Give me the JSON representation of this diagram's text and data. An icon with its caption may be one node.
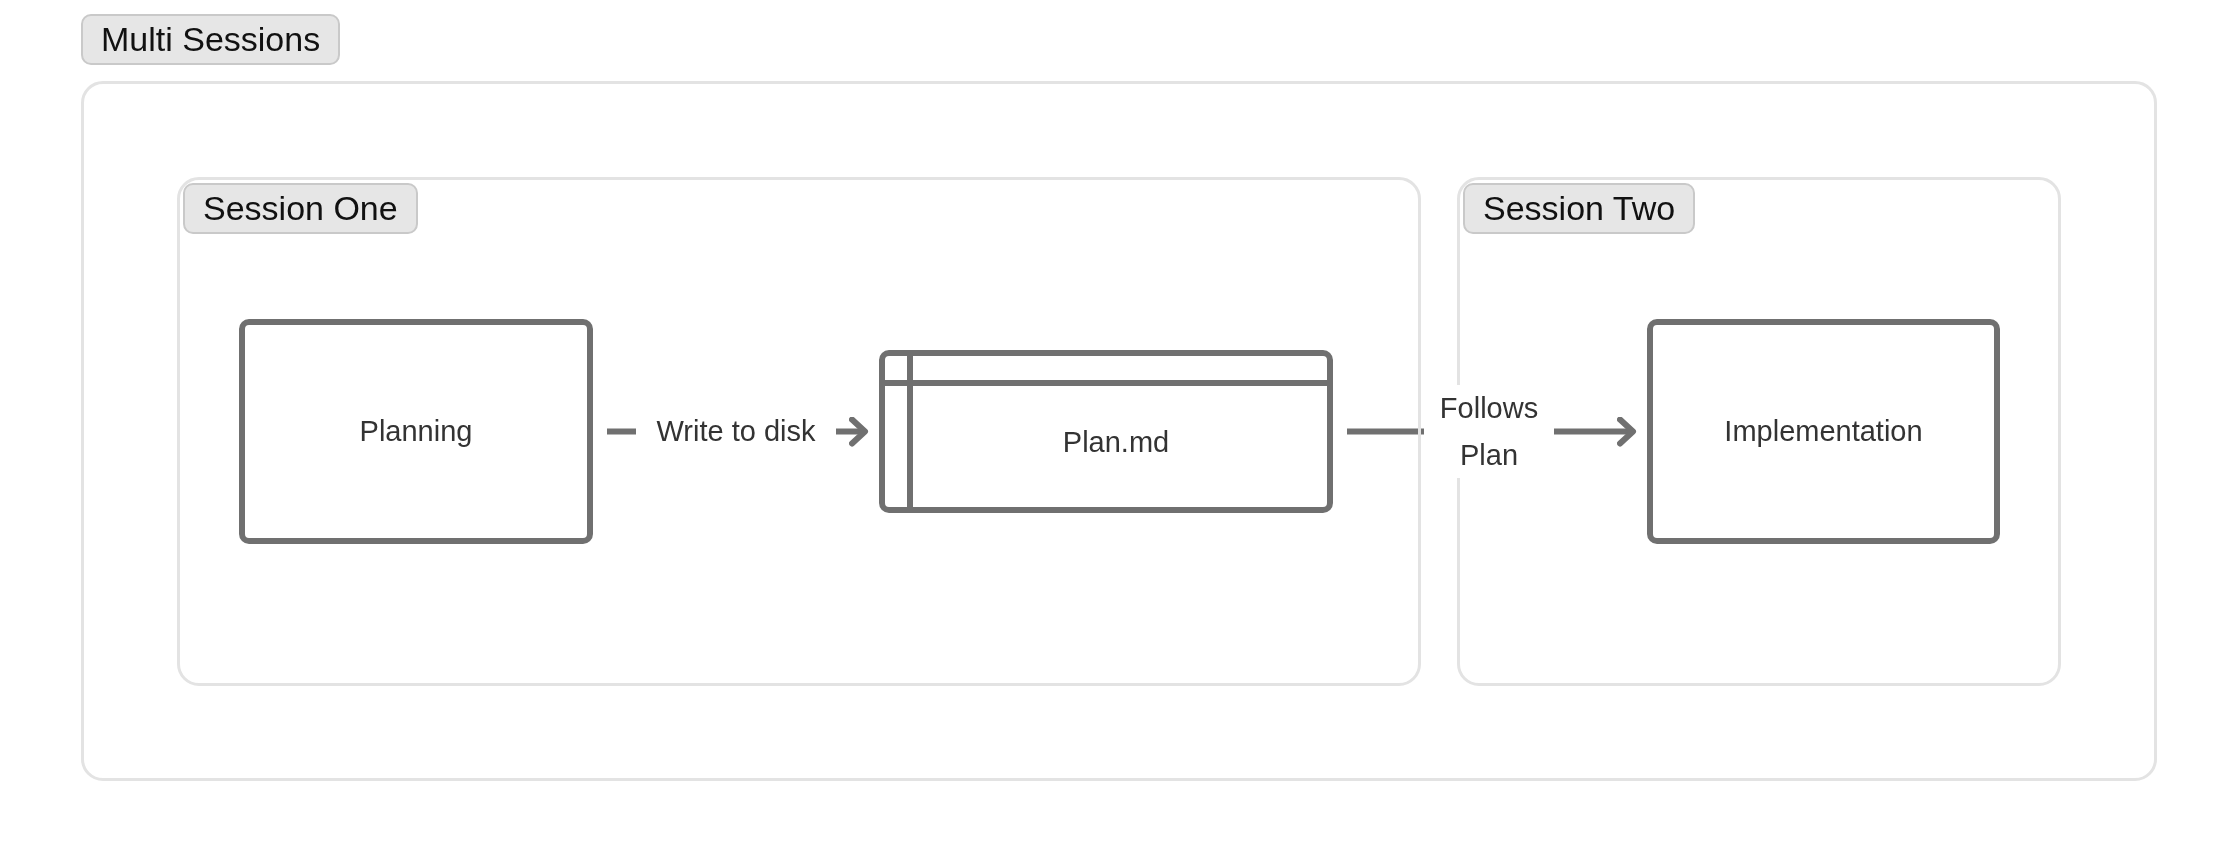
{
  "diagram": {
    "nodes": [
      {
        "text": [
          "Multi Sessions"
        ]
      },
      {
        "text": [
          "Session One"
        ],
        "in": 0
      },
      {
        "text": [
          "Session Two"
        ],
        "in": 0
      },
      {
        "text": [
          "Planning"
        ],
        "in": 1
      },
      {
        "text": [
          "Plan.md"
        ],
        "in": 1
      },
      {
        "text": [
          "Implementation"
        ],
        "in": 2
      }
    ],
    "edges": [
      {
        "from": 3,
        "to": 4,
        "arrow": "to",
        "label": "Write to disk"
      },
      {
        "from": 4,
        "to": 5,
        "arrow": "to",
        "label": "Follows Plan"
      }
    ]
  }
}
